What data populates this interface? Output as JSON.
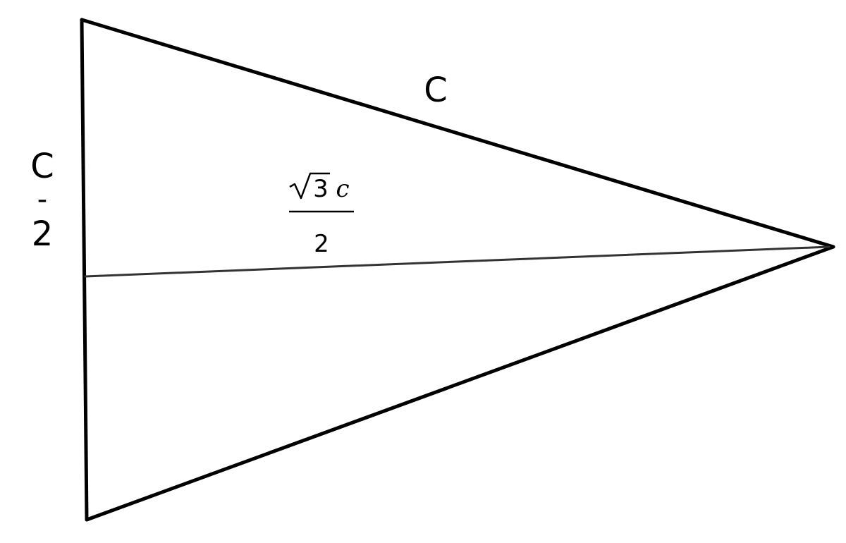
{
  "diagram": {
    "side_label": "C",
    "half_side": {
      "numerator": "C",
      "bar": "-",
      "denominator": "2"
    },
    "height_label": {
      "radical": "√",
      "radicand": "3",
      "variable": "c",
      "denominator": "2"
    },
    "colors": {
      "stroke": "#000000",
      "median": "#333333",
      "background": "#ffffff"
    }
  }
}
